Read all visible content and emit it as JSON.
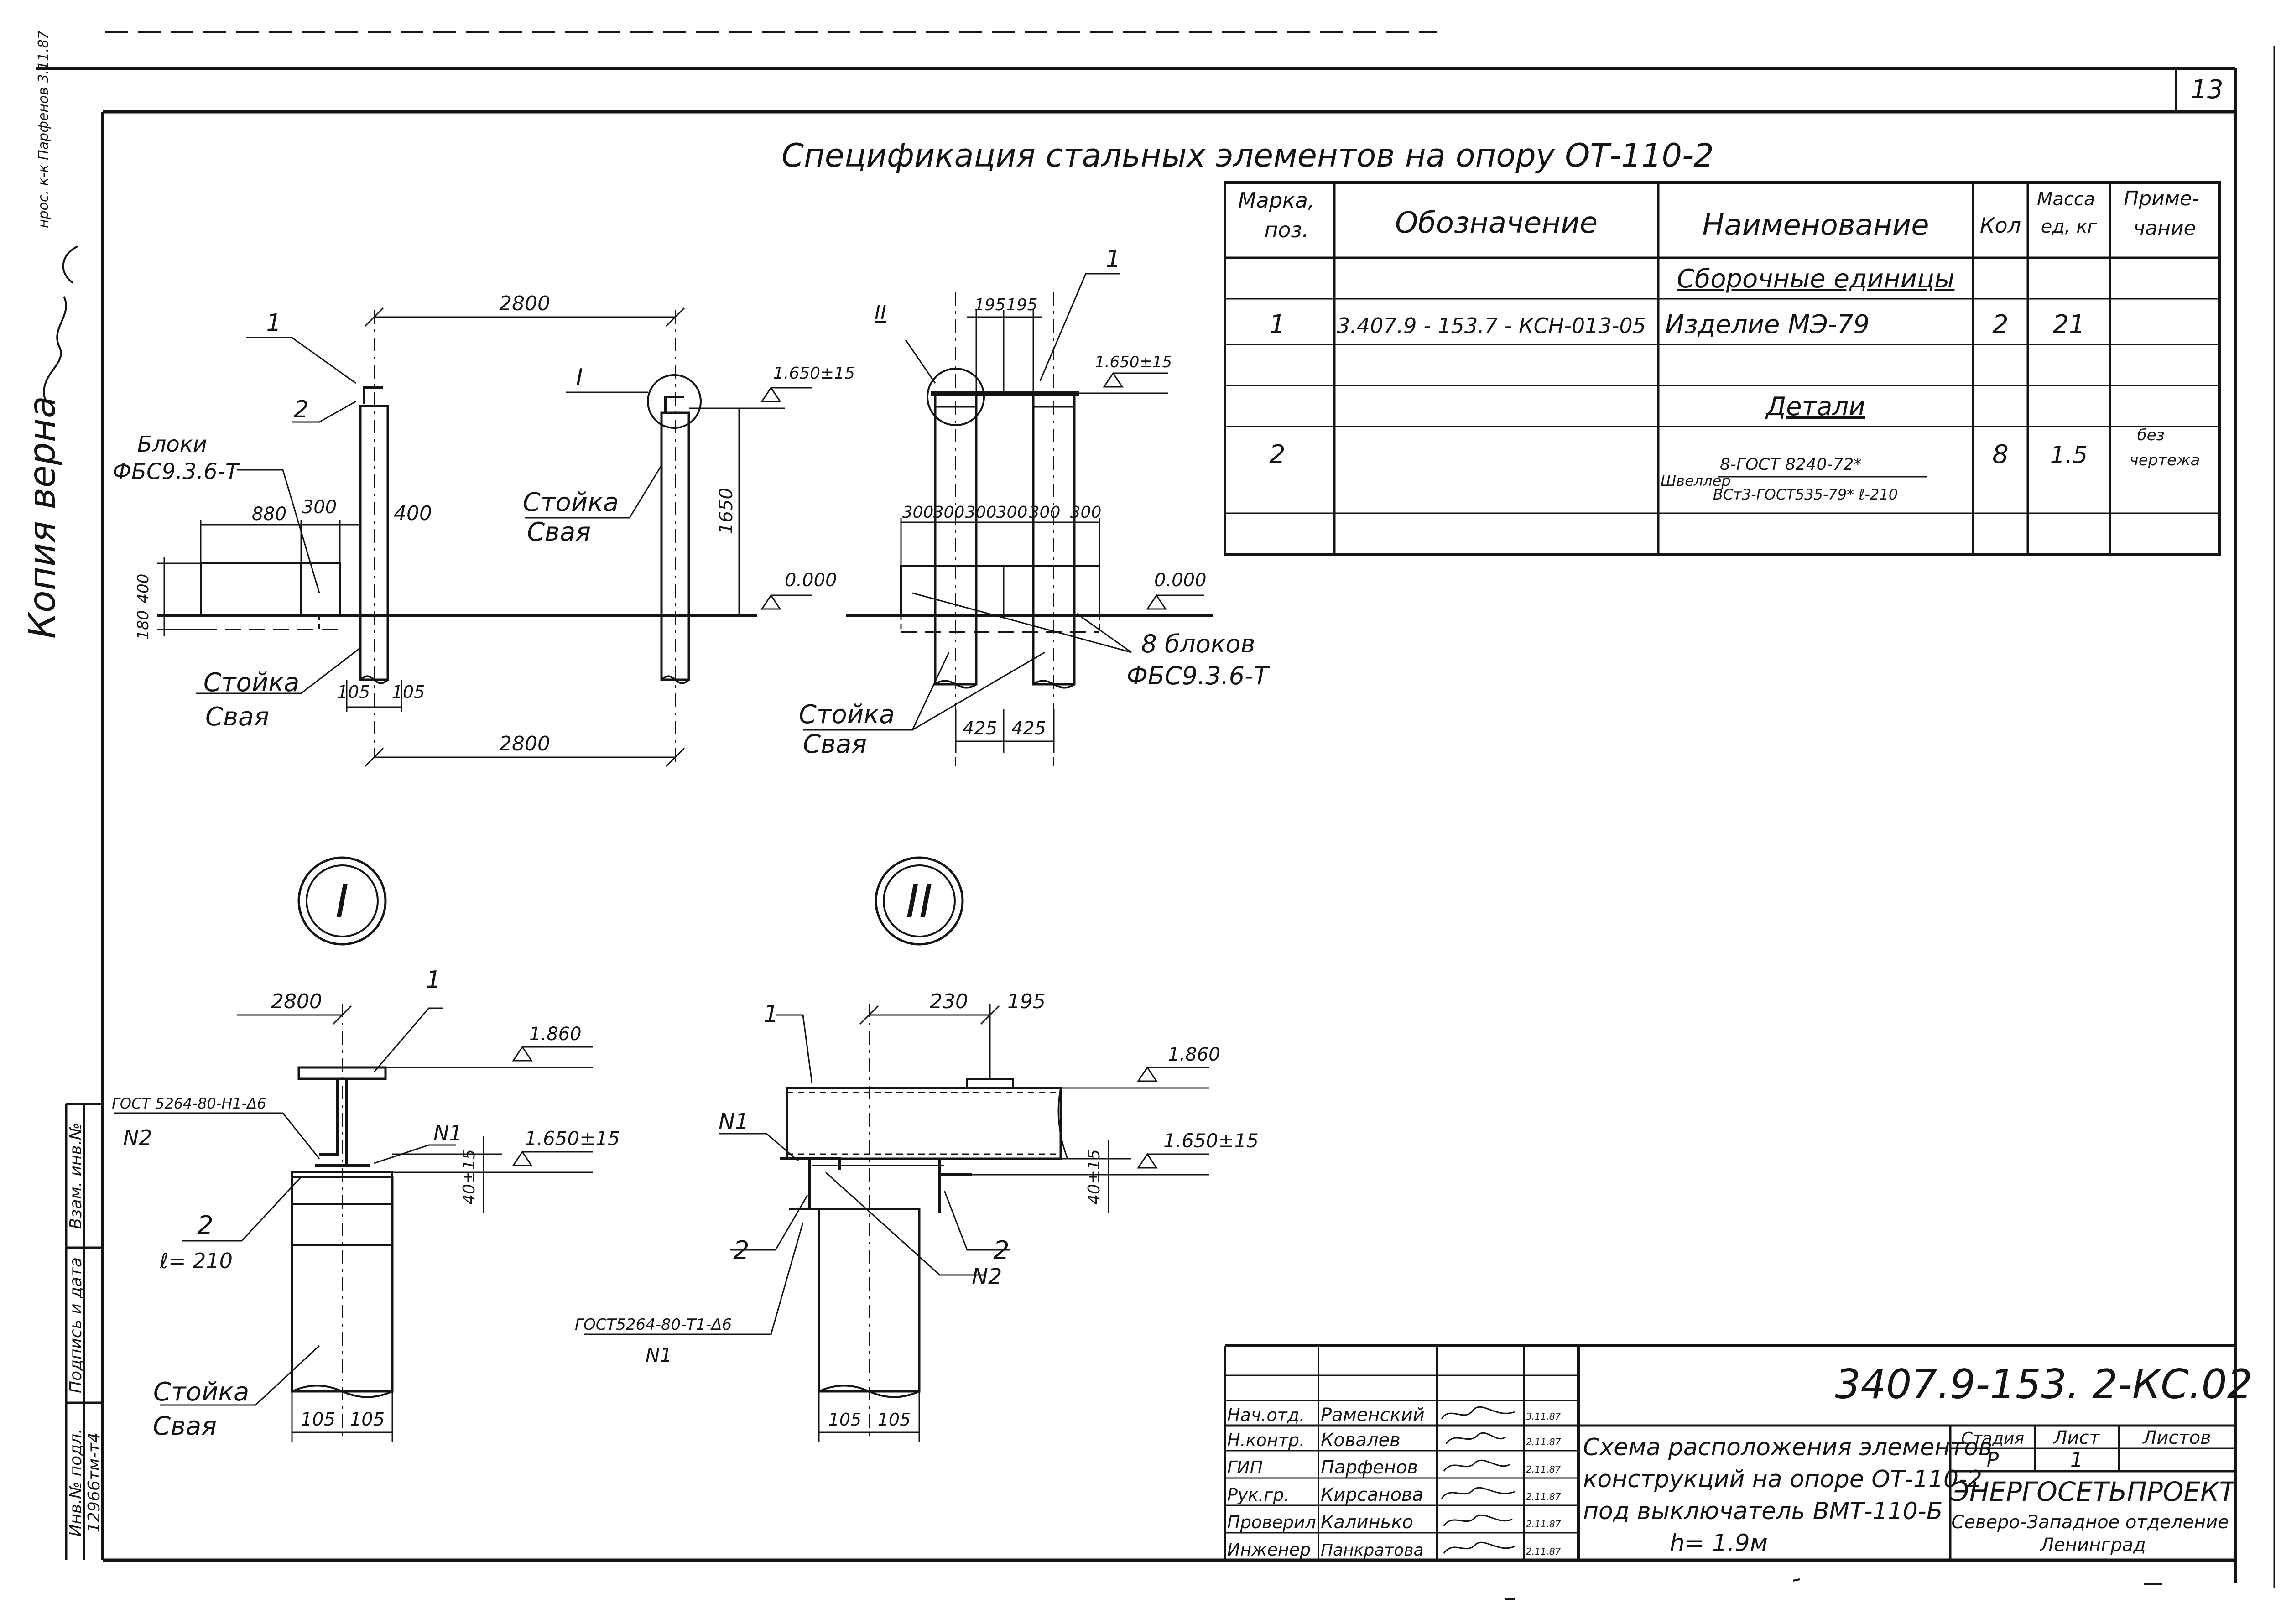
{
  "sheet": {
    "sheet_no": "13",
    "margin_note_1": "Копия верна",
    "margin_note_2": "нрос. к-к Парфенов 3.11.87"
  },
  "spec": {
    "title": "Спецификация стальных элементов на опору ОТ-110-2",
    "headers": {
      "mark": [
        "Марка,",
        "поз."
      ],
      "designation": "Обозначение",
      "name": "Наименование",
      "qty": "Кол",
      "mass": [
        "Масса",
        "ед, кг"
      ],
      "note": [
        "Приме-",
        "чание"
      ]
    },
    "section_assembly": "Сборочные единицы",
    "section_parts": "Детали",
    "rows": [
      {
        "mark": "1",
        "designation": "3.407.9 - 153.7 - КСН-013-05",
        "name": "Изделие  МЭ-79",
        "qty": "2",
        "mass": "21",
        "note": ""
      },
      {
        "mark": "2",
        "designation": "",
        "name_prefix": "Швеллер",
        "name_top": "8-ГОСТ 8240-72*",
        "name_bottom": "ВСт3-ГОСТ535-79*  ℓ-210",
        "qty": "8",
        "mass": "1.5",
        "note": [
          "без",
          "чертежа"
        ]
      }
    ]
  },
  "views": {
    "left": {
      "dim_top": "2800",
      "dim_bottom": "2800",
      "dim_880": "880",
      "dim_300": "300",
      "dim_400": "400",
      "dim_105a": "105",
      "dim_105b": "105",
      "dim_v400": "400",
      "dim_v180": "180",
      "dim_v1650": "1650",
      "callout_1": "1",
      "callout_2": "2",
      "callout_I": "I",
      "blocks_label": [
        "Блоки",
        "ФБС9.3.6-Т"
      ],
      "stoika_1": [
        "Стойка",
        "Свая"
      ],
      "stoika_2": [
        "Стойка",
        "Свая"
      ],
      "elev_1650": "1.650±15",
      "elev_0": "0.000"
    },
    "right": {
      "callout_II": "II",
      "callout_1": "1",
      "dim_195a": "195",
      "dim_195b": "195",
      "dims_300": [
        "300",
        "300",
        "300",
        "300",
        "300",
        "300"
      ],
      "dim_425a": "425",
      "dim_425b": "425",
      "elev_1650": "1.650±15",
      "elev_0": "0.000",
      "blocks": [
        "8 блоков",
        "ФБС9.3.6-Т"
      ],
      "stoika": [
        "Стойка",
        "Свая"
      ]
    },
    "detail_I": {
      "badge": "I",
      "dim_top": "2800",
      "callout_1": "1",
      "elev_1860": "1.860",
      "elev_1650": "1.650±15",
      "dim_40": "40±15",
      "weld_1": "ГОСТ 5264-80-Н1-Δ6",
      "n2": "N2",
      "n1": "N1",
      "part_2": "2",
      "part_len": "ℓ= 210",
      "stoika": [
        "Стойка",
        "Свая"
      ],
      "dim_105a": "105",
      "dim_105b": "105"
    },
    "detail_II": {
      "badge": "II",
      "dim_230": "230",
      "dim_195": "195",
      "callout_1": "1",
      "elev_1860": "1.860",
      "elev_1650": "1.650±15",
      "dim_40": "40±15",
      "n1": "N1",
      "n2": "N2",
      "part_2a": "2",
      "part_2b": "2",
      "weld": "ГОСТ5264-80-Т1-Δ6",
      "weld_n1": "N1",
      "dim_105a": "105",
      "dim_105b": "105"
    }
  },
  "stamp_left": {
    "inv_label": "Инв.№ подл.",
    "inv_value": "12966тм-т4",
    "sign_label": "Подпись и дата",
    "vzam_label": "Взам. инв.№"
  },
  "title_block": {
    "code": "3407.9-153. 2-КС.02",
    "people": [
      {
        "role": "Нач.отд.",
        "name": "Раменский",
        "date": "3.11.87"
      },
      {
        "role": "Н.контр.",
        "name": "Ковалев",
        "date": "2.11.87"
      },
      {
        "role": "ГИП",
        "name": "Парфенов",
        "date": "2.11.87"
      },
      {
        "role": "Рук.гр.",
        "name": "Кирсанова",
        "date": "2.11.87"
      },
      {
        "role": "Проверил",
        "name": "Калинько",
        "date": "2.11.87"
      },
      {
        "role": "Инженер",
        "name": "Панкратова",
        "date": "2.11.87"
      }
    ],
    "description": [
      "Схема расположения элементов",
      "конструкций на опоре ОТ-110-2",
      "под выключатель ВМТ-110-Б",
      "h= 1.9м"
    ],
    "stage_label": "Стадия",
    "sheet_label": "Лист",
    "sheets_label": "Листов",
    "stage_value": "Р",
    "sheet_value": "1",
    "sheets_value": "",
    "org_name": "ЭНЕРГОСЕТЬПРОЕКТ",
    "org_sub": [
      "Северо-Западное отделение",
      "Ленинград"
    ]
  }
}
